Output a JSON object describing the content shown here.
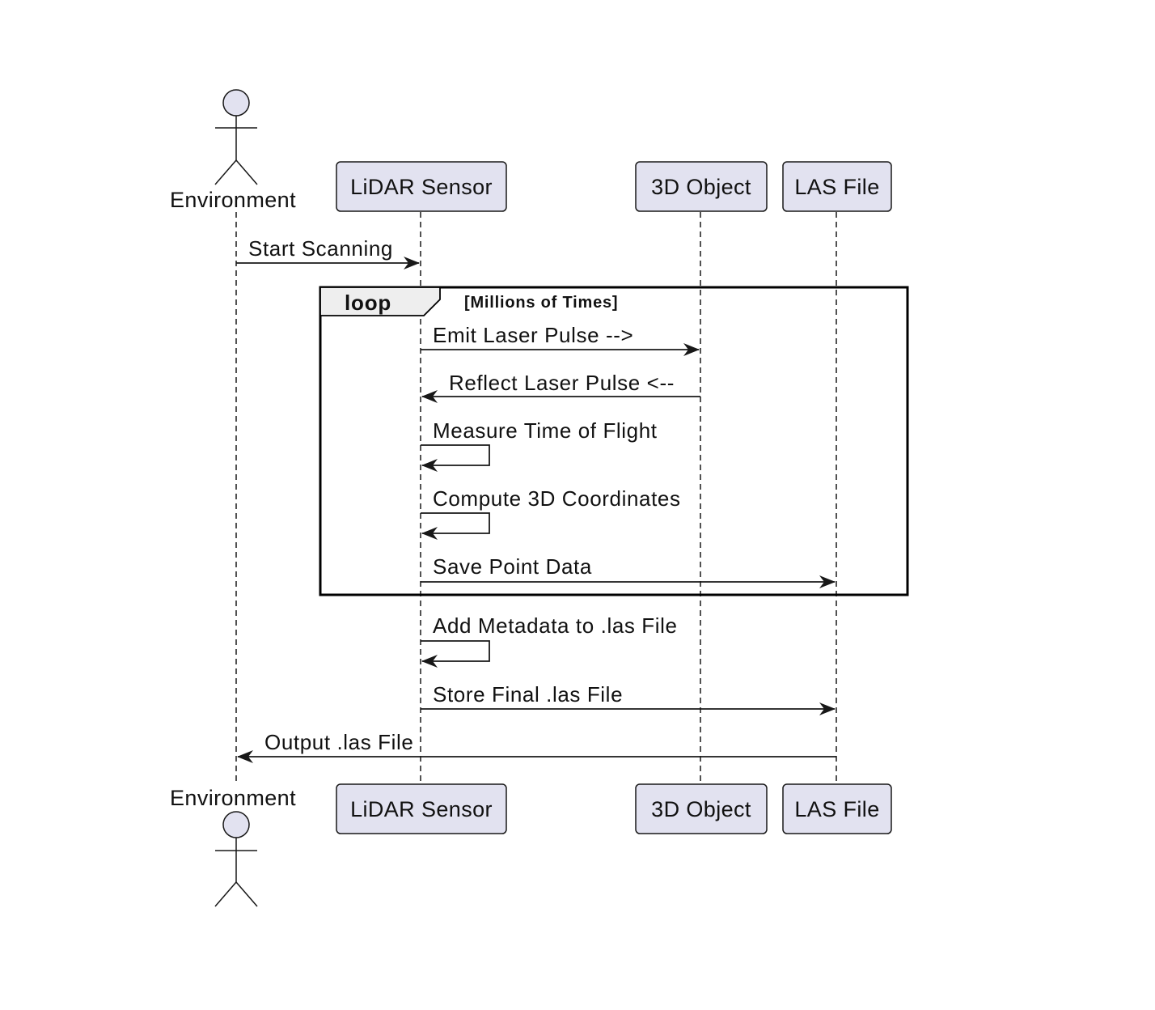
{
  "diagram": {
    "type": "sequence",
    "participants": [
      {
        "id": "env",
        "label": "Environment",
        "kind": "actor"
      },
      {
        "id": "lidar",
        "label": "LiDAR Sensor",
        "kind": "participant"
      },
      {
        "id": "obj",
        "label": "3D Object",
        "kind": "participant"
      },
      {
        "id": "las",
        "label": "LAS File",
        "kind": "participant"
      }
    ],
    "loop": {
      "keyword": "loop",
      "guard": "[Millions of Times]"
    },
    "messages": [
      {
        "from": "env",
        "to": "lidar",
        "label": "Start Scanning"
      },
      {
        "from": "lidar",
        "to": "obj",
        "label": "Emit Laser Pulse -->"
      },
      {
        "from": "obj",
        "to": "lidar",
        "label": "Reflect Laser Pulse <--"
      },
      {
        "from": "lidar",
        "to": "lidar",
        "label": "Measure Time of Flight"
      },
      {
        "from": "lidar",
        "to": "lidar",
        "label": "Compute 3D Coordinates"
      },
      {
        "from": "lidar",
        "to": "las",
        "label": "Save Point Data"
      },
      {
        "from": "lidar",
        "to": "lidar",
        "label": "Add Metadata to .las File"
      },
      {
        "from": "lidar",
        "to": "las",
        "label": "Store Final .las File"
      },
      {
        "from": "las",
        "to": "env",
        "label": "Output .las File"
      }
    ],
    "colors": {
      "participant_fill": "#e2e2f0",
      "participant_border": "#181818",
      "line": "#181818",
      "loop_header_fill": "#eeeeee"
    }
  }
}
